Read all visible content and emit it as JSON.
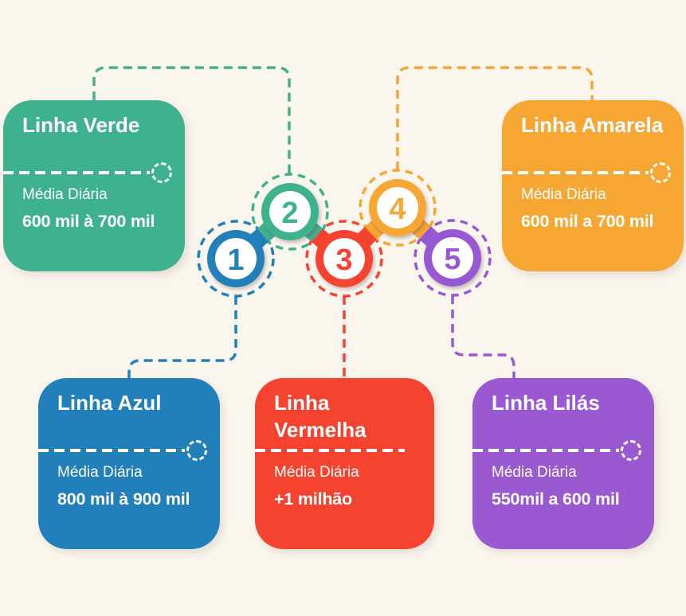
{
  "page": {
    "background": "#FAF6EE",
    "description": "Infográfico das linhas de metrô com média diária de passageiros"
  },
  "cards": [
    {
      "id": "verde",
      "title": "Linha Verde",
      "label": "Média Diária",
      "value": "600 mil à 700 mil",
      "color": "#3EB18F"
    },
    {
      "id": "amarela",
      "title": "Linha Amarela",
      "label": "Média Diária",
      "value": "600 mil a 700 mil",
      "color": "#F6A733"
    },
    {
      "id": "azul",
      "title": "Linha Azul",
      "label": "Média Diária",
      "value": "800 mil à 900 mil",
      "color": "#2180BA"
    },
    {
      "id": "vermelha",
      "title": "Linha\nVermelha",
      "label": "Média Diária",
      "value": "+1 milhão",
      "color": "#F5432F"
    },
    {
      "id": "lilas",
      "title": "Linha Lilás",
      "label": "Média Diária",
      "value": "550mil a 600 mil",
      "color": "#9A59D1"
    }
  ],
  "steps": [
    {
      "number": "1",
      "color": "#2180BA"
    },
    {
      "number": "2",
      "color": "#3EB18F"
    },
    {
      "number": "3",
      "color": "#F5432F"
    },
    {
      "number": "4",
      "color": "#F6A733"
    },
    {
      "number": "5",
      "color": "#9659D3"
    }
  ]
}
